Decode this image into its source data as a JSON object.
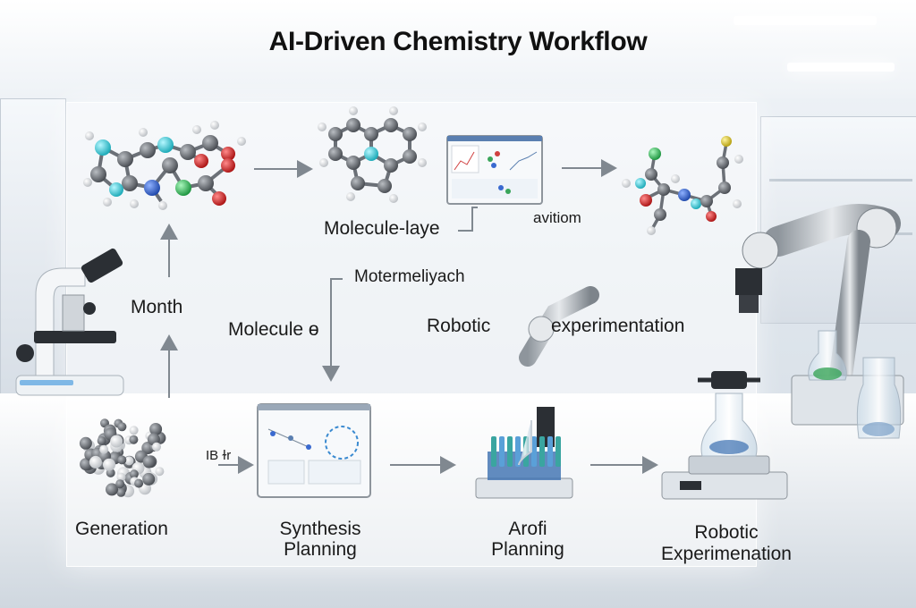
{
  "title": "AI-Driven Chemistry Workflow",
  "labels": {
    "molecule_laye": "Molecule-laye",
    "avitiom": "avitiom",
    "motermel": "Motermeliyach",
    "month": "Month",
    "molecule_e": "Molecule ɵ",
    "robotic": "Robotic",
    "experimentation": "experimentation",
    "ib_label": "IB ɫr",
    "generation": "Generation",
    "synthesis_line1": "Synthesis",
    "synthesis_line2": "Planning",
    "arofi_line1": "Arofi",
    "arofi_line2": "Planning",
    "robotic_exp_line1": "Robotic",
    "robotic_exp_line2": "Experimenation"
  },
  "colors": {
    "carbon": "#5f6369",
    "hydrogen": "#e8eaec",
    "nitrogen": "#2f63d6",
    "oxygen": "#e02424",
    "fluorine": "#34d3e0",
    "chlorine": "#32c75a",
    "sulfur": "#e8d020",
    "arrow": "#808890"
  },
  "icons": {
    "microscope": "microscope-icon",
    "robot_arm": "robot-arm-icon",
    "liquid_handler": "liquid-handler-icon",
    "stirrer": "stirrer-icon",
    "monitor": "monitor-icon"
  }
}
